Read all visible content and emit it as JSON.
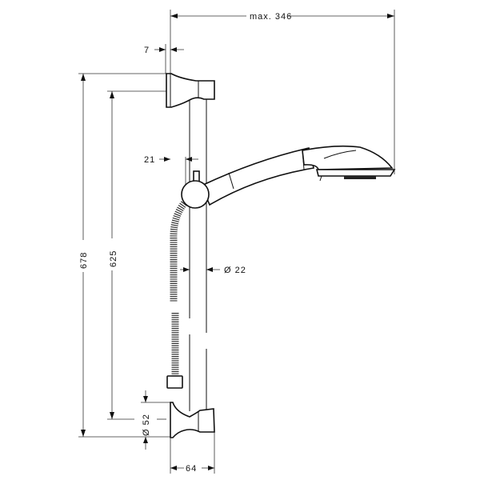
{
  "drawing": {
    "dimensions": {
      "max_width": "max. 346",
      "wall_offset": "7",
      "slider_offset": "21",
      "rod_diameter": "Ø 22",
      "total_height": "678",
      "bracket_spacing": "625",
      "bracket_diameter": "Ø 52",
      "bracket_depth": "64"
    }
  }
}
